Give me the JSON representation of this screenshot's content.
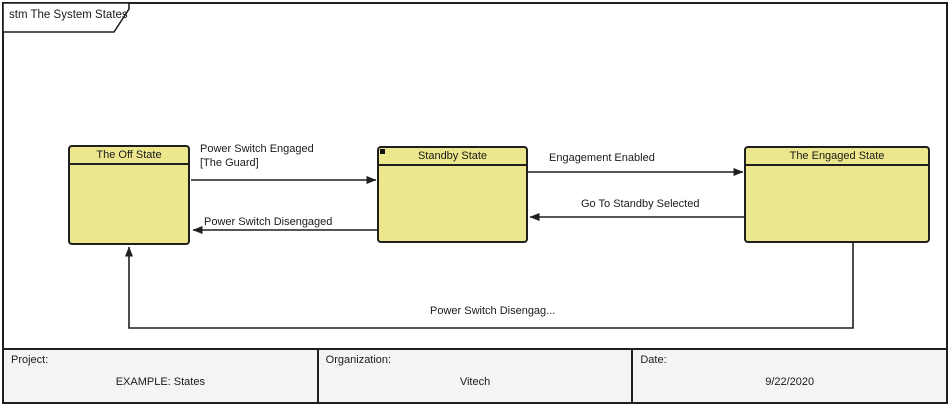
{
  "frame": {
    "tab_label": "stm The System States"
  },
  "states": {
    "off": {
      "label": "The Off State"
    },
    "standby": {
      "label": "Standby State"
    },
    "engaged": {
      "label": "The Engaged State"
    }
  },
  "transitions": {
    "off_to_standby": {
      "line1": "Power Switch Engaged",
      "line2": "[The Guard]"
    },
    "standby_to_off": {
      "label": "Power Switch Disengaged"
    },
    "standby_to_engaged": {
      "label": "Engagement Enabled"
    },
    "engaged_to_standby": {
      "label": "Go To Standby Selected"
    },
    "engaged_to_off": {
      "label": "Power Switch Disengag..."
    }
  },
  "title_block": {
    "project": {
      "label": "Project:",
      "value": "EXAMPLE: States"
    },
    "organization": {
      "label": "Organization:",
      "value": "Vitech"
    },
    "date": {
      "label": "Date:",
      "value": "9/22/2020"
    }
  },
  "colors": {
    "state_fill": "#ECE78C",
    "line_color": "#1F1F1F",
    "titleblock_fill": "#F4F4F4",
    "background": "#FFFFFF"
  }
}
